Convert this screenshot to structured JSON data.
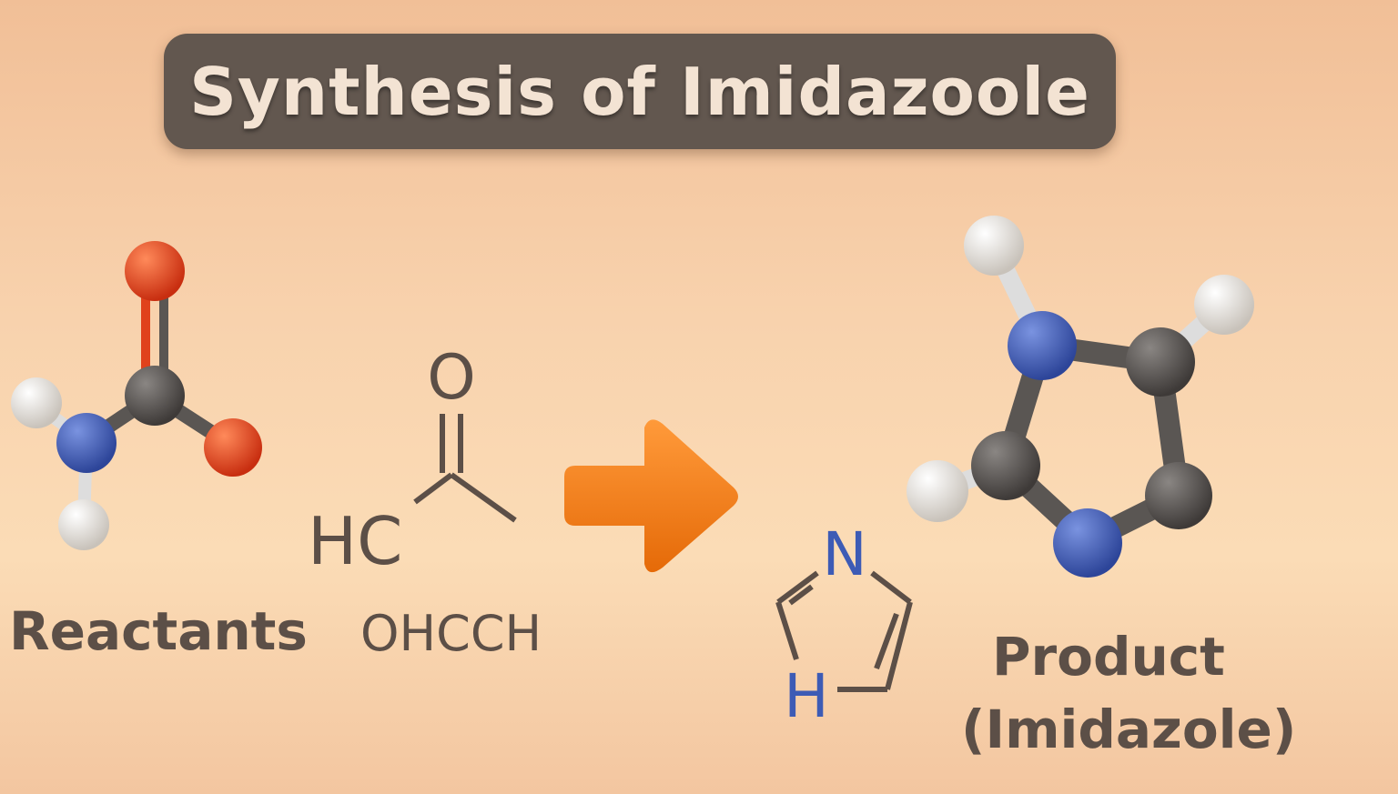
{
  "title": "Synthesis of Imidazoole",
  "reactants": {
    "formula_top": "O",
    "formula_left": "HC",
    "formula_name": "OHCCH",
    "label": "Reactants"
  },
  "product": {
    "ring_n": "N",
    "ring_h": "H",
    "label": "Product",
    "sublabel": "(Imidazole)"
  },
  "colors": {
    "arrow": "#f07a12",
    "oxygen": "#e0421c",
    "nitrogen": "#3d5bb5",
    "carbon": "#5a5653",
    "hydrogen": "#e8e4de",
    "text": "#5c4f47"
  }
}
